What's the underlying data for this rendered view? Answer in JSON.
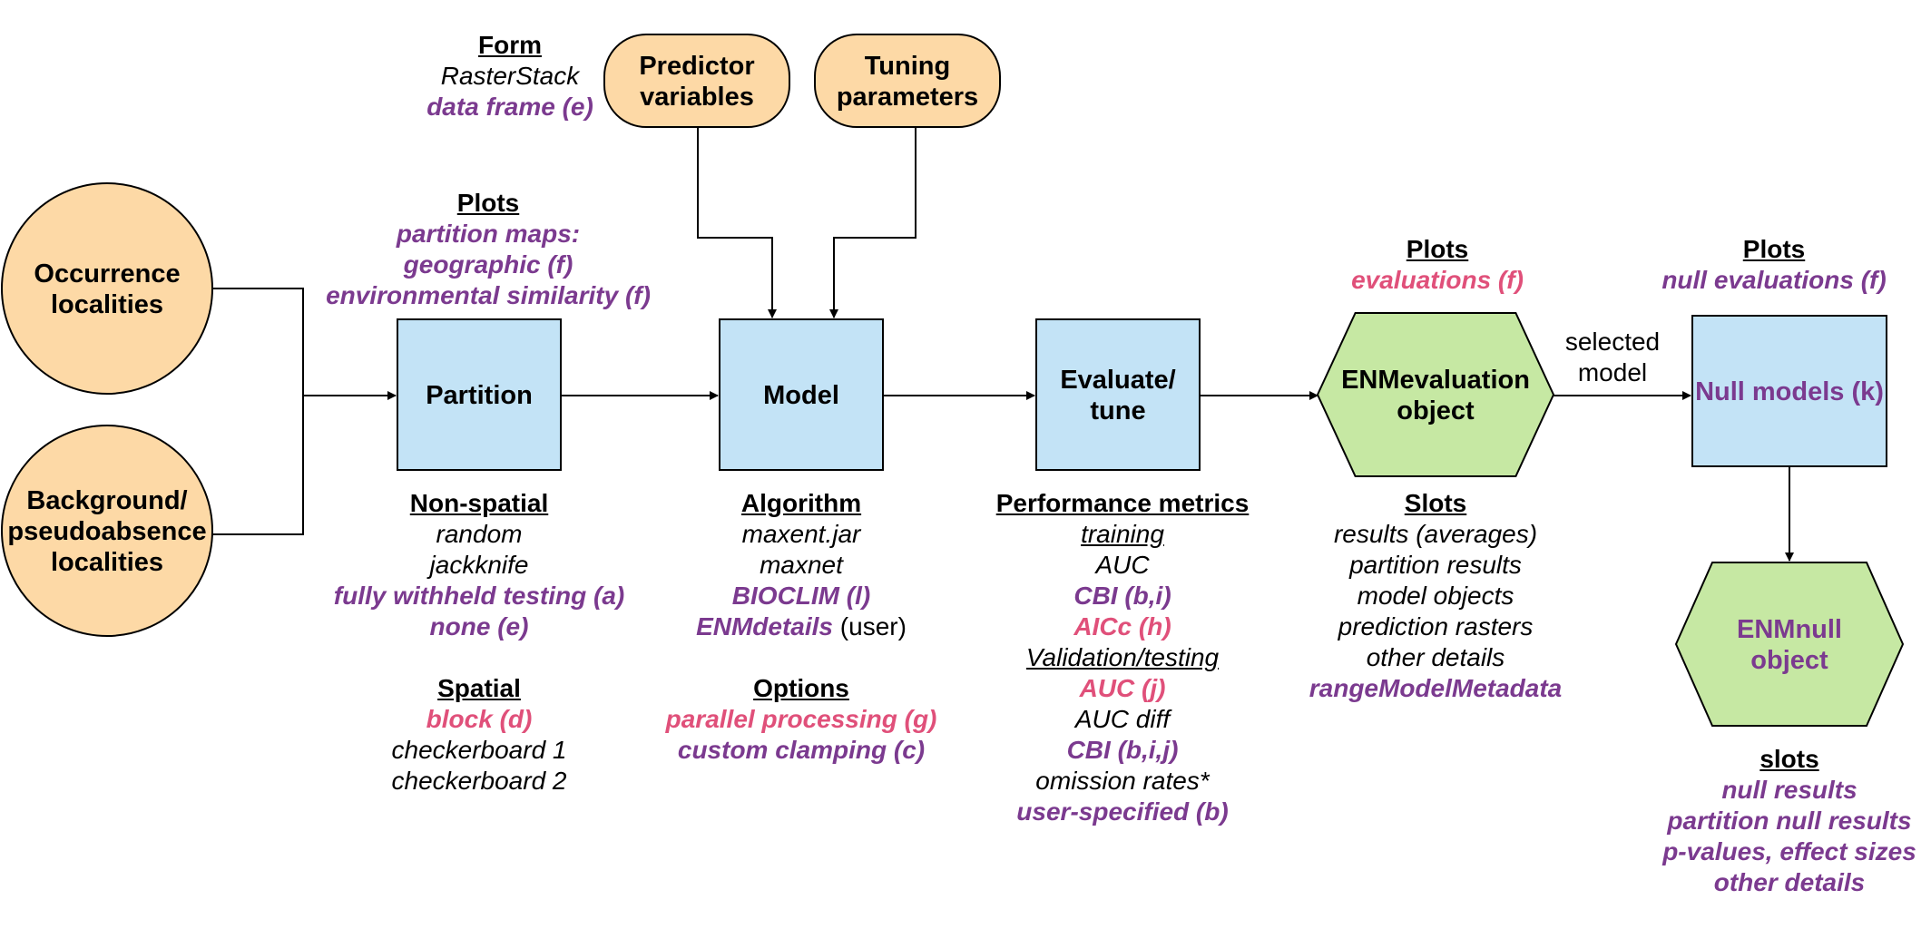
{
  "colors": {
    "orange_fill": "#fdd9a6",
    "blue_fill": "#c3e3f6",
    "green_fill": "#c6e8a3",
    "purple_text": "#7b3a8f",
    "pink_text": "#e0507a",
    "stroke": "#000000"
  },
  "nodes": {
    "occurrence": [
      "Occurrence",
      "localities"
    ],
    "background": [
      "Background/",
      "pseudoabsence",
      "localities"
    ],
    "predictor": [
      "Predictor",
      "variables"
    ],
    "tuning": [
      "Tuning",
      "parameters"
    ],
    "partition": [
      "Partition"
    ],
    "model": [
      "Model"
    ],
    "evaluate": [
      "Evaluate/",
      "tune"
    ],
    "enmevaluation": [
      "ENMevaluation",
      "object"
    ],
    "nullmodels": [
      "Null models (k)"
    ],
    "enmnull": [
      "ENMnull",
      "object"
    ]
  },
  "edge_labels": {
    "selected_model": [
      "selected",
      "model"
    ]
  },
  "annotations": {
    "form": {
      "heading": "Form",
      "items": [
        "RasterStack",
        "data frame (e)"
      ]
    },
    "partition_plots": {
      "heading": "Plots",
      "items": [
        "partition maps:",
        "geographic (f)",
        "environmental similarity (f)"
      ]
    },
    "nonspatial": {
      "heading": "Non-spatial",
      "items": [
        "random",
        "jackknife",
        "fully withheld testing (a)",
        "none (e)"
      ]
    },
    "spatial": {
      "heading": "Spatial",
      "items": [
        "block (d)",
        "checkerboard 1",
        "checkerboard 2"
      ]
    },
    "algorithm": {
      "heading": "Algorithm",
      "items": [
        "maxent.jar",
        "maxnet",
        "BIOCLIM (l)",
        "ENMdetails",
        " (user)"
      ]
    },
    "options": {
      "heading": "Options",
      "items": [
        "parallel processing (g)",
        "custom clamping (c)"
      ]
    },
    "performance": {
      "heading": "Performance metrics",
      "items": [
        "training",
        "AUC",
        "CBI (b,i)",
        "AICc (h)",
        "Validation/testing",
        "AUC (j)",
        "AUC diff",
        "CBI (b,i,j)",
        "omission rates*",
        "user-specified (b)"
      ]
    },
    "eval_plots": {
      "heading": "Plots",
      "items": [
        "evaluations (f)"
      ]
    },
    "eval_slots": {
      "heading": "Slots",
      "items": [
        "results (averages)",
        "partition results",
        "model objects",
        "prediction rasters",
        "other details",
        "rangeModelMetadata"
      ]
    },
    "null_plots": {
      "heading": "Plots",
      "items": [
        "null evaluations (f)"
      ]
    },
    "null_slots": {
      "heading": "slots",
      "items": [
        "null results",
        "partition null results",
        "p-values, effect sizes",
        "other details"
      ]
    }
  }
}
